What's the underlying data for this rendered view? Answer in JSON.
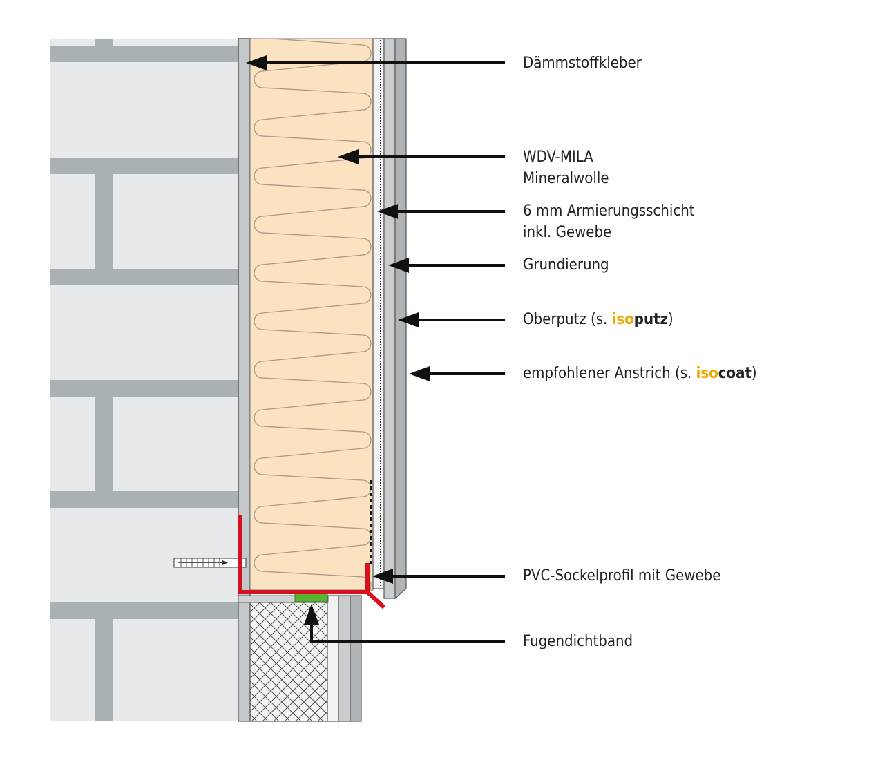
{
  "labels": {
    "daemmstoffkleber": "Dämmstoffkleber",
    "wdv_line1": "WDV-MILA",
    "wdv_line2": "Mineralwolle",
    "armierung_line1": "6 mm Armierungsschicht",
    "armierung_line2": "inkl. Gewebe",
    "grundierung": "Grundierung",
    "oberputz_prefix": "Oberputz (s. ",
    "oberputz_brand_iso": "iso",
    "oberputz_brand_rest": "putz",
    "oberputz_suffix": ")",
    "anstrich_prefix": "empfohlener Anstrich (s. ",
    "anstrich_brand_iso": "iso",
    "anstrich_brand_rest": "coat",
    "anstrich_suffix": ")",
    "sockelprofil": "PVC-Sockelprofil mit Gewebe",
    "fugendichtband": "Fugendichtband"
  },
  "colors": {
    "brick": "#e8e9ea",
    "mortar": "#a9b1b5",
    "insulation": "#fbe3c1",
    "render": "#b5b9bc",
    "profile": "#d8111e",
    "sealing_tape": "#5bb336",
    "brand_accent": "#f0a800"
  }
}
